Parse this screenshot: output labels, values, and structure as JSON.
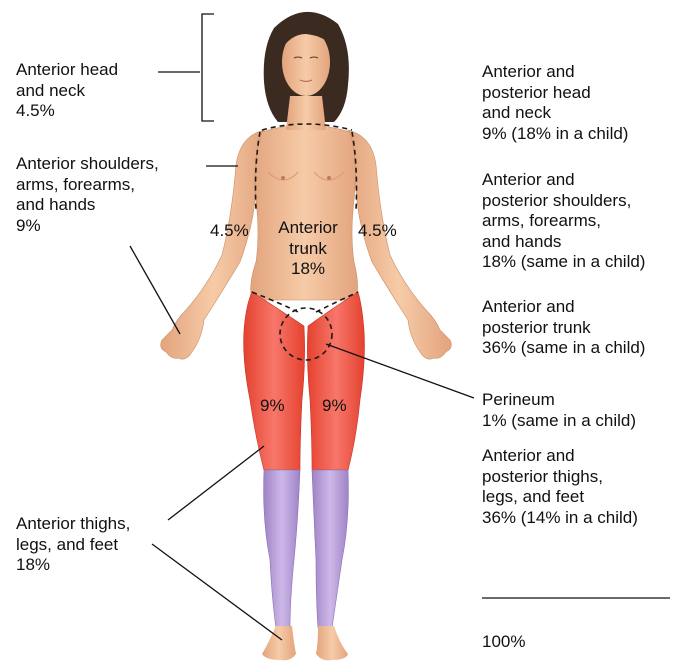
{
  "colors": {
    "skin": "#f2c29c",
    "skin_shade": "#d99a72",
    "hair": "#3a2a20",
    "upper_legs": "#ef5a46",
    "lower_legs": "#b59ad6",
    "text": "#111111"
  },
  "left_labels": {
    "head_neck": "Anterior head\nand neck\n4.5%",
    "shoulders_arms": "Anterior shoulders,\narms, forearms,\nand hands\n9%",
    "thighs_legs": "Anterior thighs,\nlegs, and feet\n18%"
  },
  "body_labels": {
    "arm_left_pct": "4.5%",
    "arm_right_pct": "4.5%",
    "trunk": "Anterior\ntrunk\n18%",
    "leg_left_pct": "9%",
    "leg_right_pct": "9%"
  },
  "right_labels": {
    "head_neck": "Anterior and\nposterior head\nand neck\n9% (18% in a child)",
    "shoulders_arms": "Anterior and\nposterior shoulders,\narms, forearms,\nand hands\n18% (same in a child)",
    "trunk": "Anterior and\nposterior trunk\n36% (same in a child)",
    "perineum": "Perineum\n1% (same in a child)",
    "thighs_legs": "Anterior and\nposterior thighs,\nlegs, and feet\n36% (14% in a child)",
    "total": "100%"
  }
}
